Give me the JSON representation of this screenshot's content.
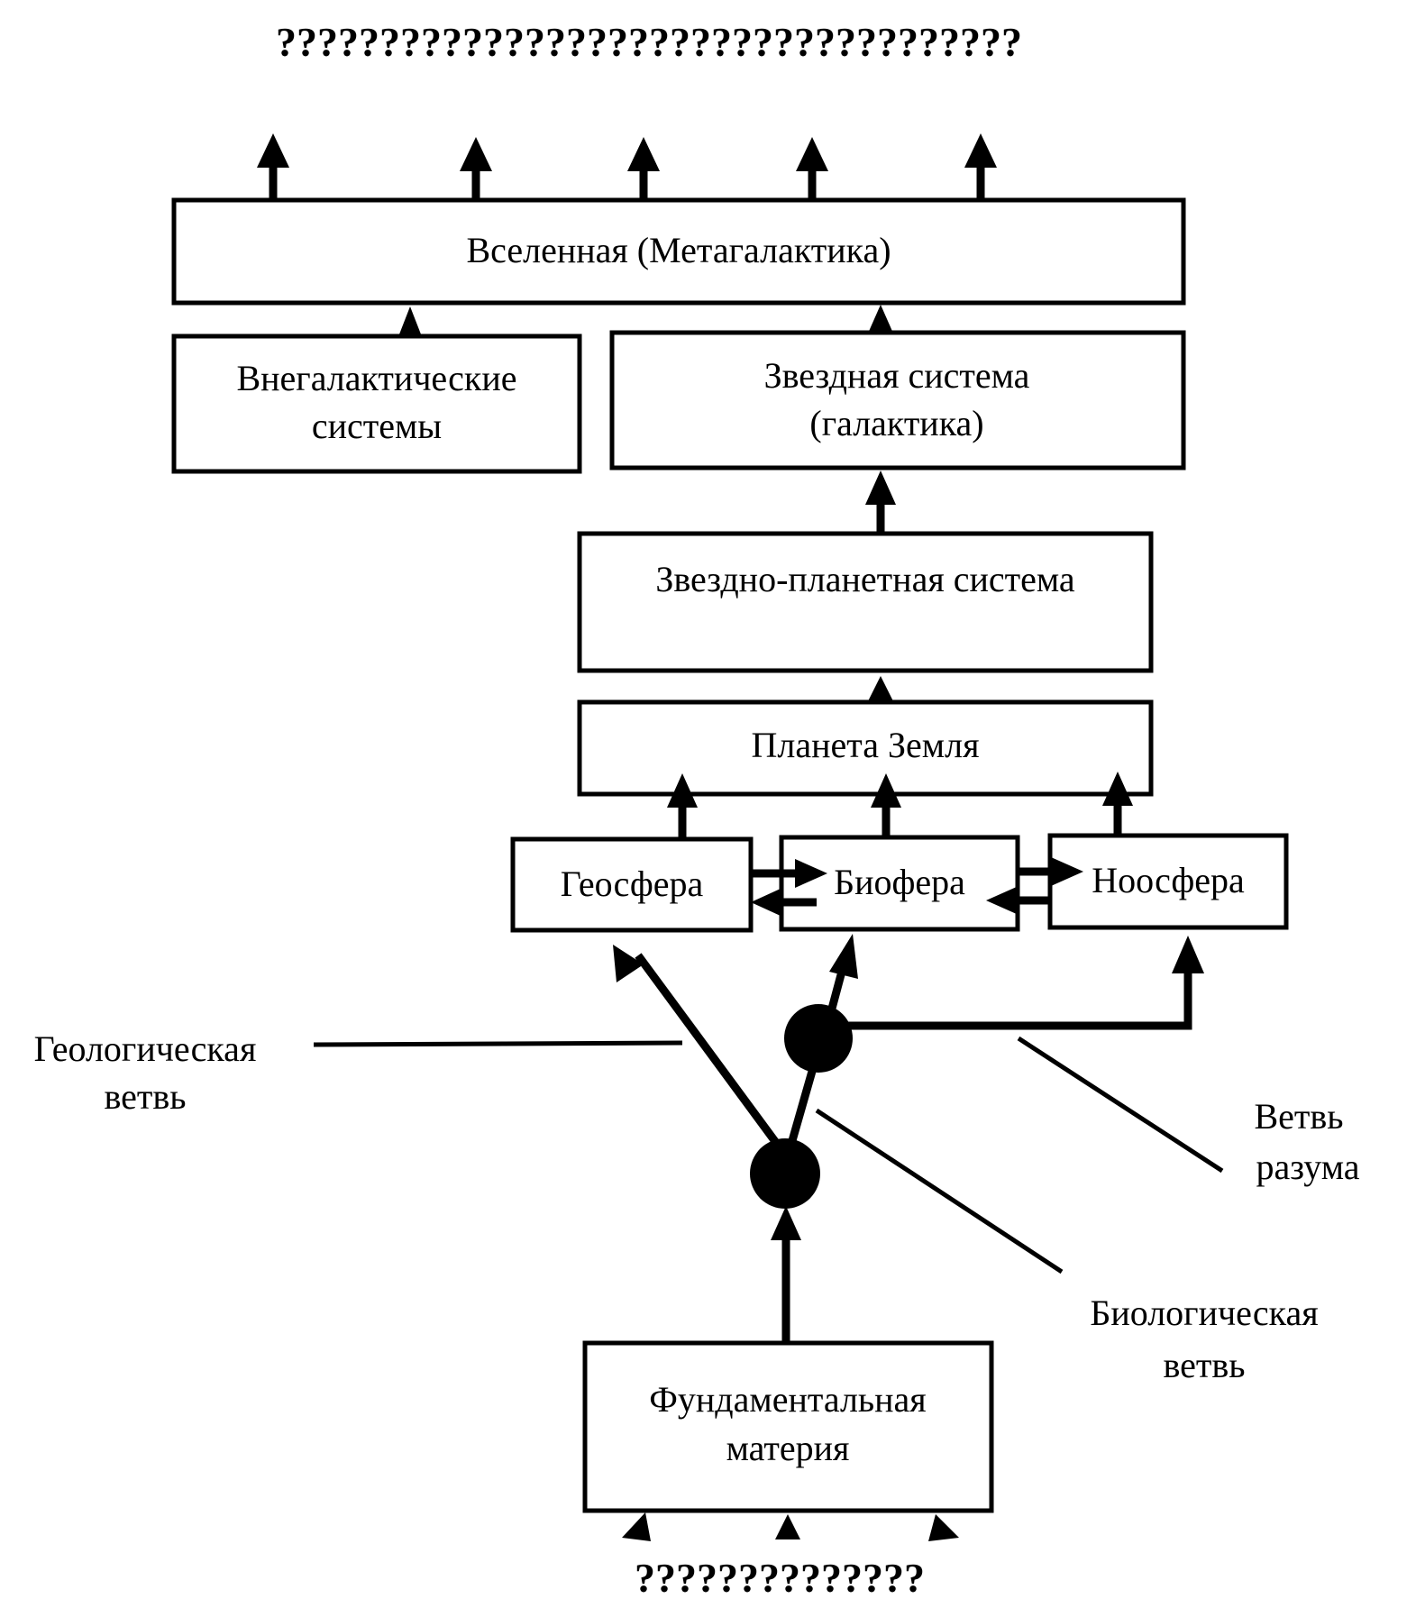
{
  "top_label": "????????????????????????????????????",
  "bottom_label": "??????????????",
  "boxes": {
    "universe": "Вселенная (Метагалактика)",
    "extragalactic": [
      "Внегалактические",
      "системы"
    ],
    "galaxy": [
      "Звездная система",
      "(галактика)"
    ],
    "star_planet": "Звездно-планетная система",
    "earth": "Планета Земля",
    "geosphere": "Геосфера",
    "biosphere": "Биофера",
    "noosphere": "Ноосфера",
    "fundamental": [
      "Фундаментальная",
      "материя"
    ]
  },
  "branches": {
    "geological": [
      "Геологическая",
      "ветвь"
    ],
    "biological": [
      "Биологическая",
      "ветвь"
    ],
    "mind": [
      "Ветвь",
      "разума"
    ]
  },
  "colors": {
    "ink": "#000000",
    "paper": "#ffffff"
  }
}
